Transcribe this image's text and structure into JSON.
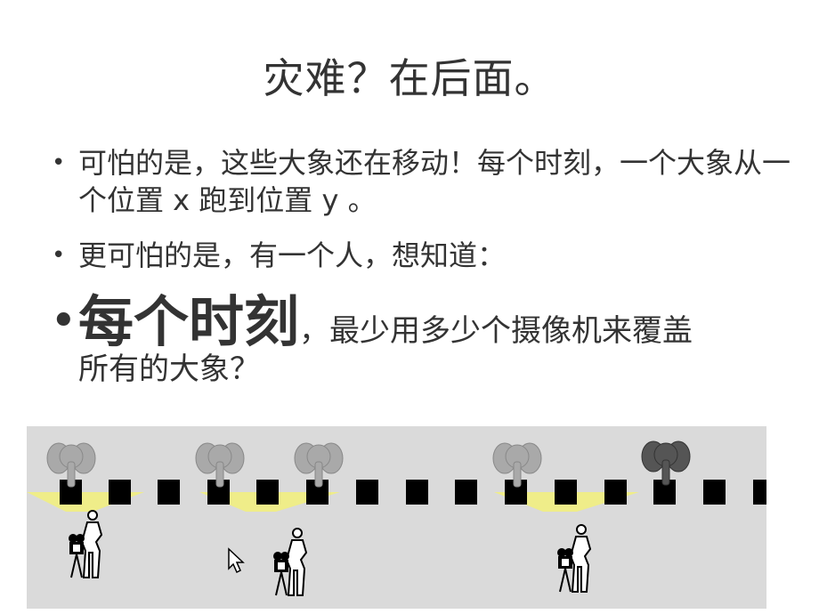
{
  "slide": {
    "title": "灾难？在后面。",
    "bullets": [
      "可怕的是，这些大象还在移动！每个时刻，一个大象从一个位置 x 跑到位置 y 。",
      "更可怕的是，有一个人，想知道："
    ],
    "emphasis": {
      "big": "每个时刻",
      "rest": "，最少用多少个摄像机来覆盖",
      "line2": "所有的大象？"
    }
  },
  "scene": {
    "description_icons": [
      "elephant-icon",
      "camera-operator-icon",
      "mouse-cursor-icon"
    ],
    "colors": {
      "background": "#dadada",
      "block": "#000000",
      "coverage": "#f2f07a",
      "elephant_light": "#a9a9a9",
      "elephant_dark": "#555555"
    }
  }
}
